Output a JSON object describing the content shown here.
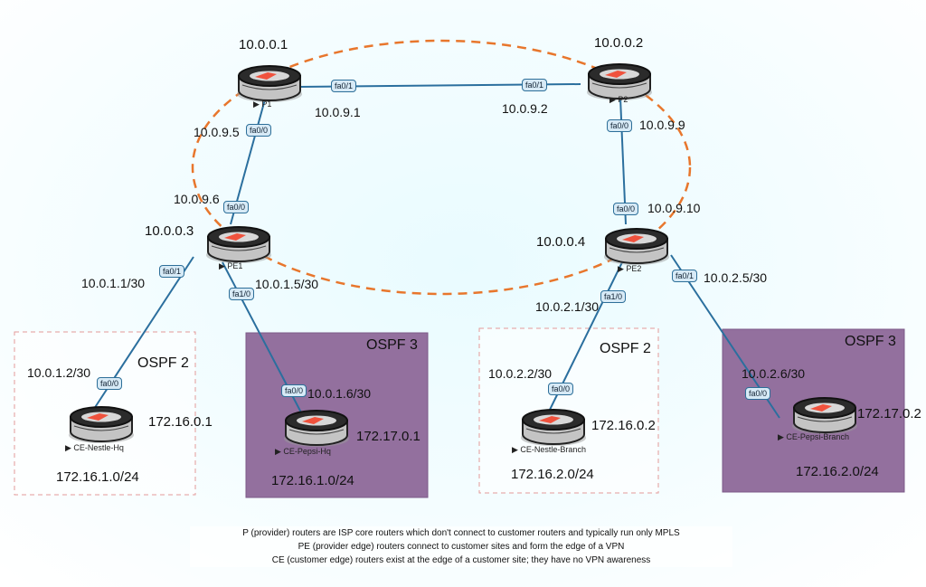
{
  "ospf_label_2": "OSPF 2",
  "ospf_label_3": "OSPF 3",
  "routers": {
    "p1": {
      "name": "P1",
      "loopback": "10.0.0.1"
    },
    "p2": {
      "name": "P2",
      "loopback": "10.0.0.2"
    },
    "pe1": {
      "name": "PE1",
      "loopback": "10.0.0.3"
    },
    "pe2": {
      "name": "PE2",
      "loopback": "10.0.0.4"
    },
    "ce_nestle_hq": {
      "name": "CE-Nestle-Hq",
      "loopback": "172.16.0.1",
      "subnet": "172.16.1.0/24"
    },
    "ce_pepsi_hq": {
      "name": "CE-Pepsi-Hq",
      "loopback": "172.17.0.1",
      "subnet": "172.16.1.0/24"
    },
    "ce_nestle_branch": {
      "name": "CE-Nestle-Branch",
      "loopback": "172.16.0.2",
      "subnet": "172.16.2.0/24"
    },
    "ce_pepsi_branch": {
      "name": "CE-Pepsi-Branch",
      "loopback": "172.17.0.2",
      "subnet": "172.16.2.0/24"
    }
  },
  "links": {
    "p1_p2": {
      "port_a": "fa0/1",
      "ip_a": "10.0.9.1",
      "port_b": "fa0/1",
      "ip_b": "10.0.9.2"
    },
    "p1_pe1": {
      "port_a": "fa0/0",
      "ip_a": "10.0.9.5",
      "port_b": "fa0/0",
      "ip_b": "10.0.9.6"
    },
    "p2_pe2": {
      "port_a": "fa0/0",
      "ip_a": "10.0.9.9",
      "port_b": "fa0/0",
      "ip_b": "10.0.9.10"
    },
    "pe1_nhq": {
      "port_a": "fa0/1",
      "ip_a": "10.0.1.1/30",
      "port_b": "fa0/0",
      "ip_b": "10.0.1.2/30"
    },
    "pe1_phq": {
      "port_a": "fa1/0",
      "ip_a": "10.0.1.5/30",
      "port_b": "fa0/0",
      "ip_b": "10.0.1.6/30"
    },
    "pe2_nbr": {
      "port_a": "fa1/0",
      "ip_a": "10.0.2.1/30",
      "port_b": "fa0/0",
      "ip_b": "10.0.2.2/30"
    },
    "pe2_pbr": {
      "port_a": "fa0/1",
      "ip_a": "10.0.2.5/30",
      "port_b": "fa0/0",
      "ip_b": "10.0.2.6/30"
    }
  },
  "notes": [
    "P (provider) routers are ISP core routers which don't connect to customer routers and typically run only MPLS",
    "PE (provider edge) routers connect to customer sites and form the edge of a VPN",
    "CE (customer edge) routers exist at the edge of a customer site; they have no VPN awareness"
  ],
  "colors": {
    "link": "#2b6f9e",
    "mpls_ring": "#e8762c",
    "ospf3_fill": "#93709e",
    "ospf2_border": "#e39a9a",
    "router_accent": "#f0523d"
  }
}
